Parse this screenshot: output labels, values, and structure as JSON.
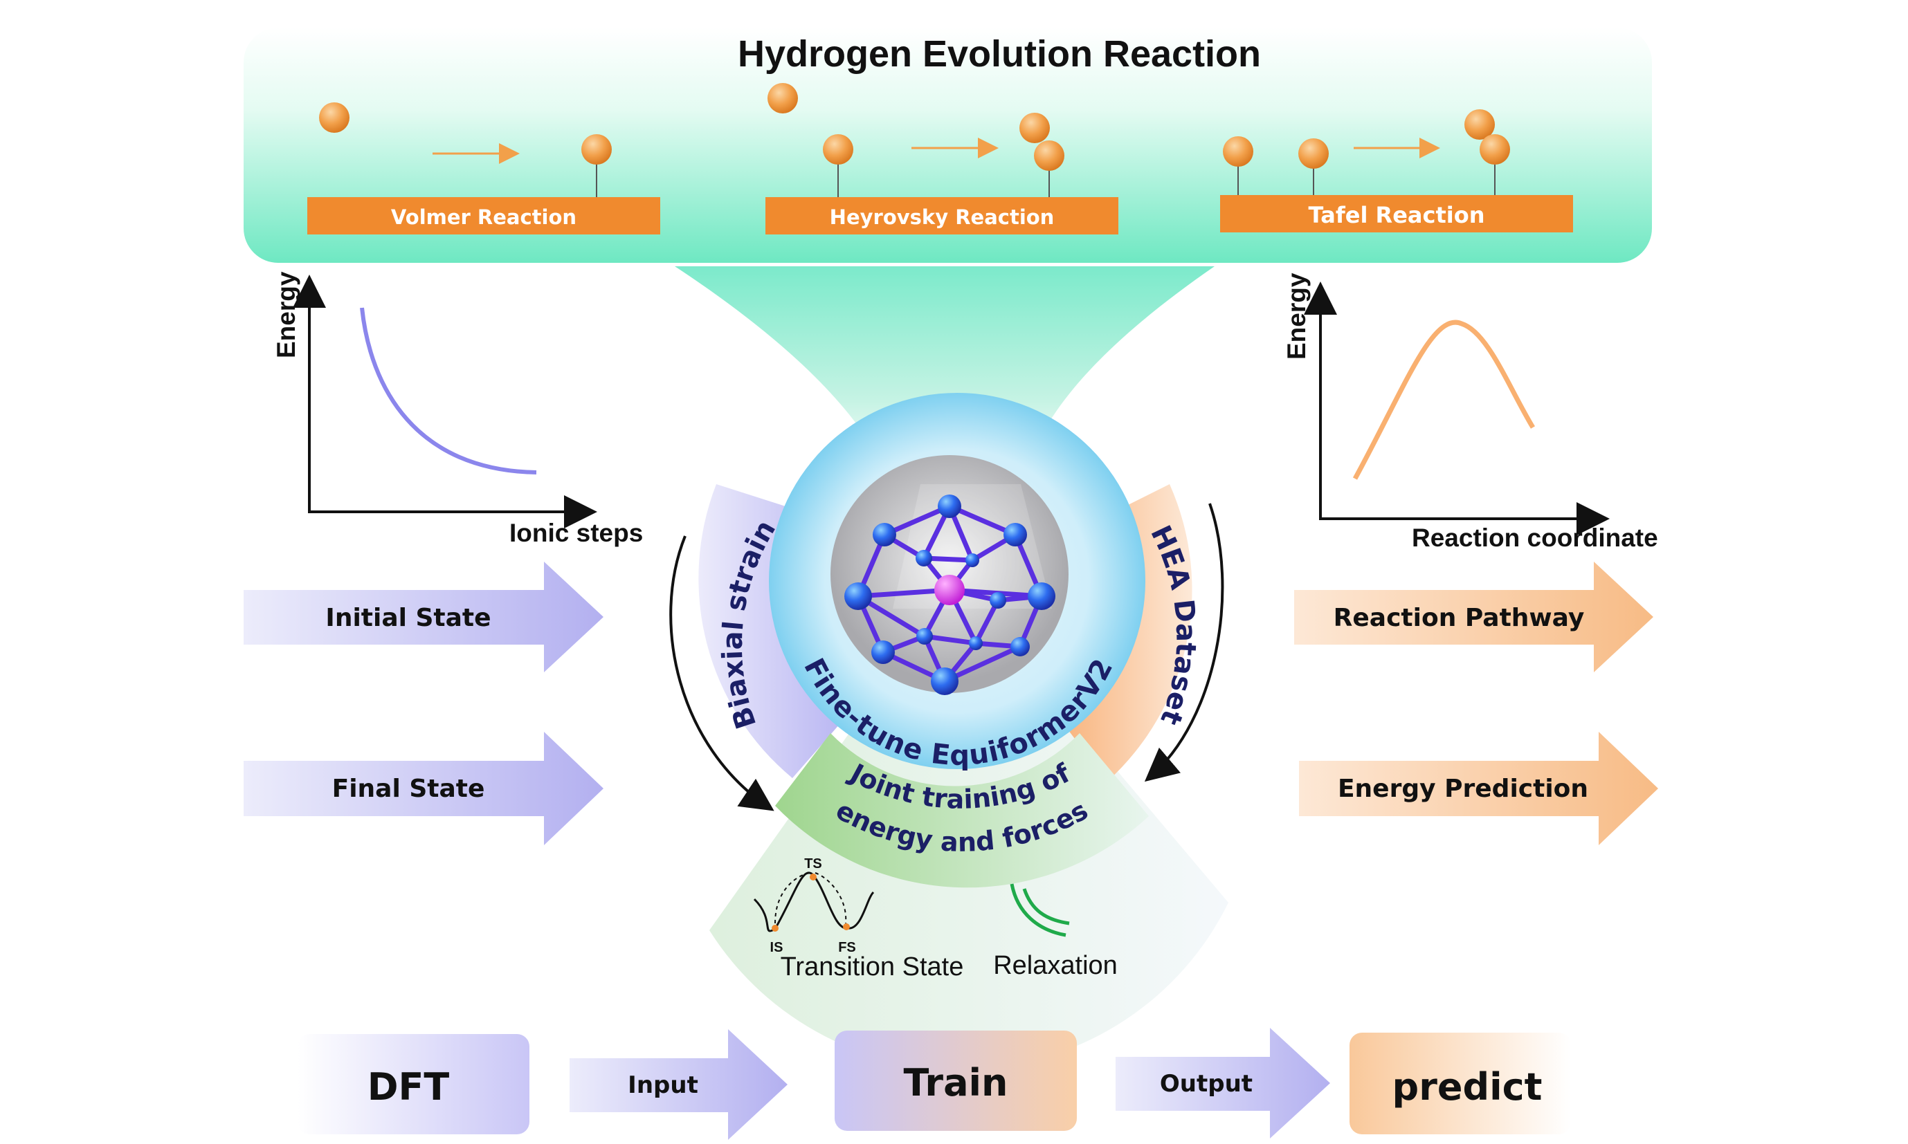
{
  "title": "Hydrogen Evolution Reaction",
  "reactions": [
    "Volmer Reaction",
    "Heyrovsky Reaction",
    "Tafel Reaction"
  ],
  "left_plot": {
    "ylabel": "Energy",
    "xlabel": "Ionic steps"
  },
  "right_plot": {
    "ylabel": "Energy",
    "xlabel": "Reaction coordinate"
  },
  "left_arrows": [
    "Initial State",
    "Final State"
  ],
  "right_arrows": [
    "Reaction Pathway",
    "Energy Prediction"
  ],
  "center": {
    "model": "Fine-tune EquiformerV2",
    "left_band": "Biaxial strain",
    "right_band": "HEA Dataset",
    "bottom_band_line1": "Joint training of",
    "bottom_band_line2": "energy and forces",
    "transition_label": "Transition State",
    "relaxation_label": "Relaxation",
    "ts": "TS",
    "is": "IS",
    "fs": "FS"
  },
  "pipeline": {
    "dft": "DFT",
    "input": "Input",
    "train": "Train",
    "output": "Output",
    "predict": "predict"
  },
  "colors": {
    "orange": "#f08a2e",
    "mint": "#6ee8c2",
    "lavender": "#c9c6f6",
    "peach": "#f9c89a",
    "navy": "#1b1f66",
    "sky": "#7fd0f0"
  }
}
